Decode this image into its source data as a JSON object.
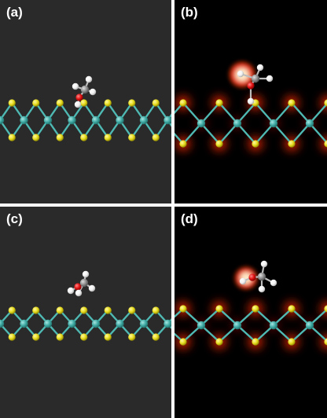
{
  "panels": [
    {
      "label": "(a)",
      "label_color": "#ffffff",
      "background": "#2a2a2a",
      "density_map": false
    },
    {
      "label": "(b)",
      "label_color": "#ffffff",
      "background": "#000000",
      "density_map": true
    },
    {
      "label": "(c)",
      "label_color": "#ffffff",
      "background": "#2a2a2a",
      "density_map": false
    },
    {
      "label": "(d)",
      "label_color": "#ffffff",
      "background": "#000000",
      "density_map": true
    }
  ],
  "colors": {
    "sulfur_atom": "#e6dc1e",
    "metal_atom": "#3fa9a3",
    "bond": "#4fb9b3",
    "carbon_atom": "#8c8c8c",
    "oxygen_atom": "#e01010",
    "hydrogen_atom": "#f2f2f2",
    "density_glow": "#ff2a00"
  }
}
